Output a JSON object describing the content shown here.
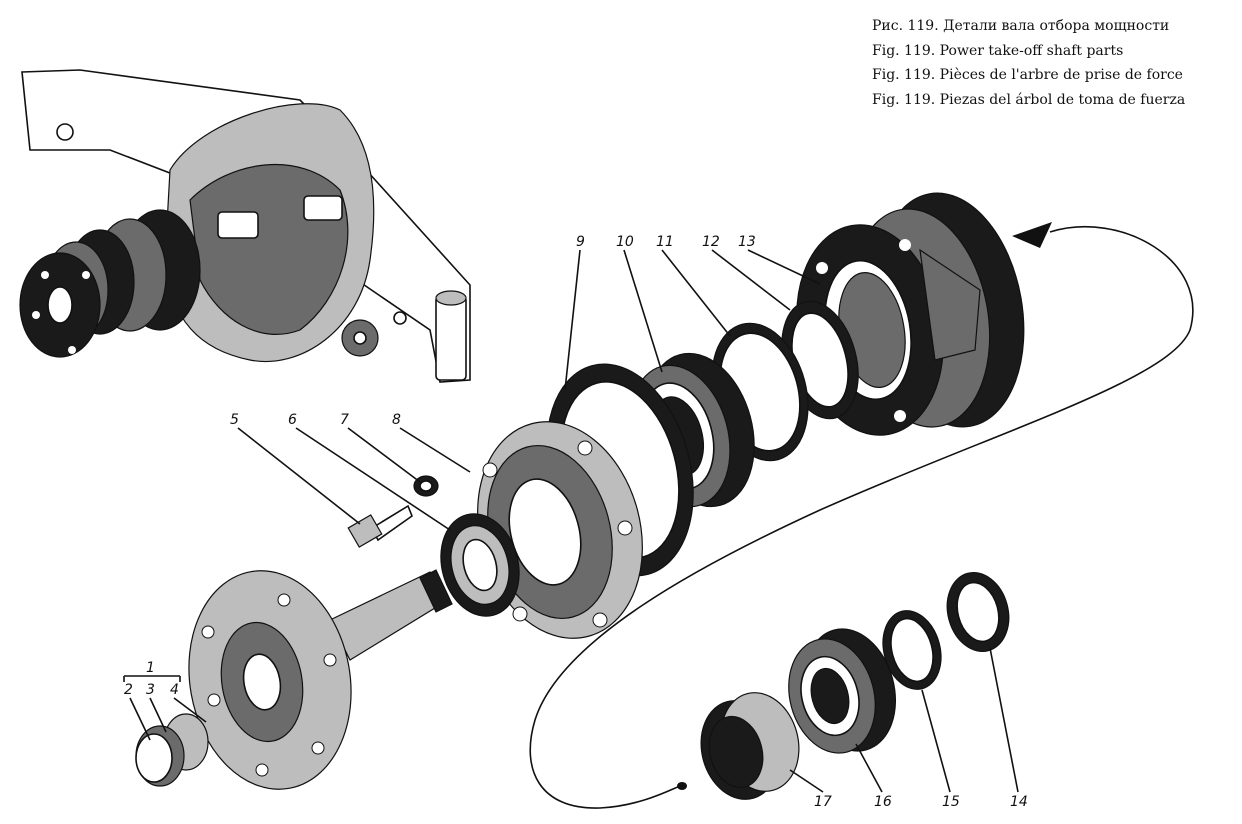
{
  "figure": {
    "caption_lines": [
      "Рис. 119. Детали вала отбора мощности",
      "Fig. 119. Power take-off shaft parts",
      "Fig. 119. Pièces de l'arbre de prise de force",
      "Fig. 119. Piezas del árbol de toma de fuerza"
    ]
  },
  "callouts": {
    "n1": "1",
    "n2": "2",
    "n3": "3",
    "n4": "4",
    "n5": "5",
    "n6": "6",
    "n7": "7",
    "n8": "8",
    "n9": "9",
    "n10": "10",
    "n11": "11",
    "n12": "12",
    "n13": "13",
    "n14": "14",
    "n15": "15",
    "n16": "16",
    "n17": "17"
  }
}
